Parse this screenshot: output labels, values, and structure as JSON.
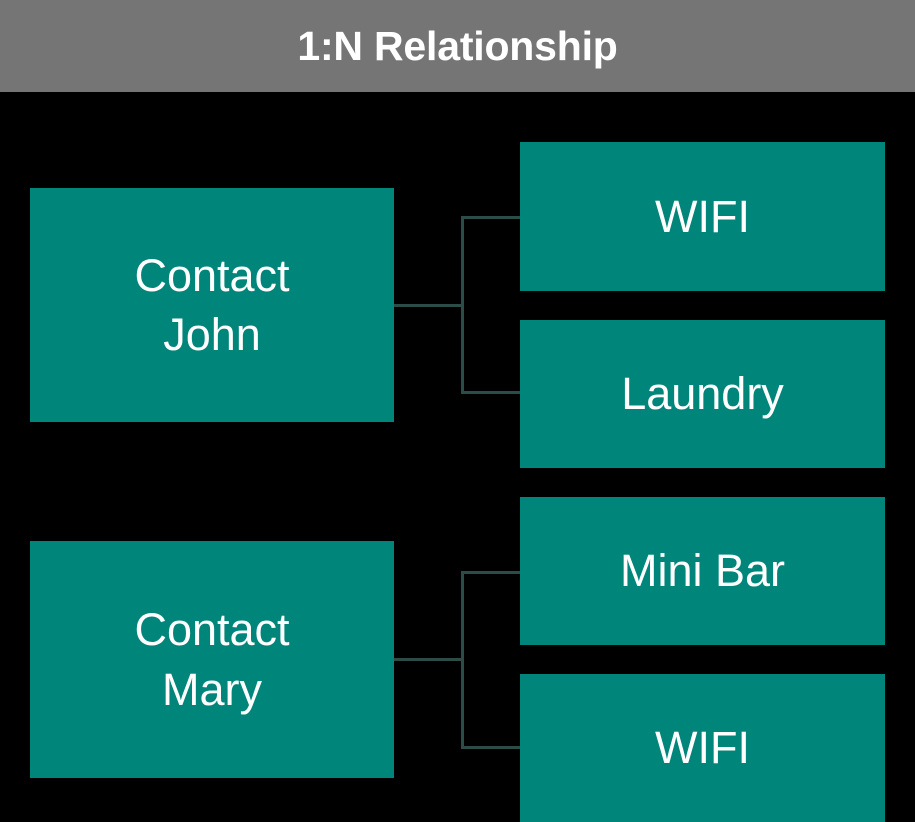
{
  "header": {
    "title": "1:N Relationship",
    "background_color": "#757575",
    "text_color": "#ffffff"
  },
  "canvas": {
    "background_color": "#000000",
    "node_color": "#00857a",
    "connector_color": "#2c4c48",
    "node_text_color": "#ffffff"
  },
  "diagram": {
    "type": "entity-relationship",
    "relationship": "1:N",
    "groups": [
      {
        "parent": {
          "label": "Contact\nJohn",
          "line1": "Contact",
          "line2": "John"
        },
        "children": [
          {
            "label": "WIFI"
          },
          {
            "label": "Laundry"
          }
        ]
      },
      {
        "parent": {
          "label": "Contact\nMary",
          "line1": "Contact",
          "line2": "Mary"
        },
        "children": [
          {
            "label": "Mini Bar"
          },
          {
            "label": "WIFI"
          }
        ]
      }
    ]
  }
}
